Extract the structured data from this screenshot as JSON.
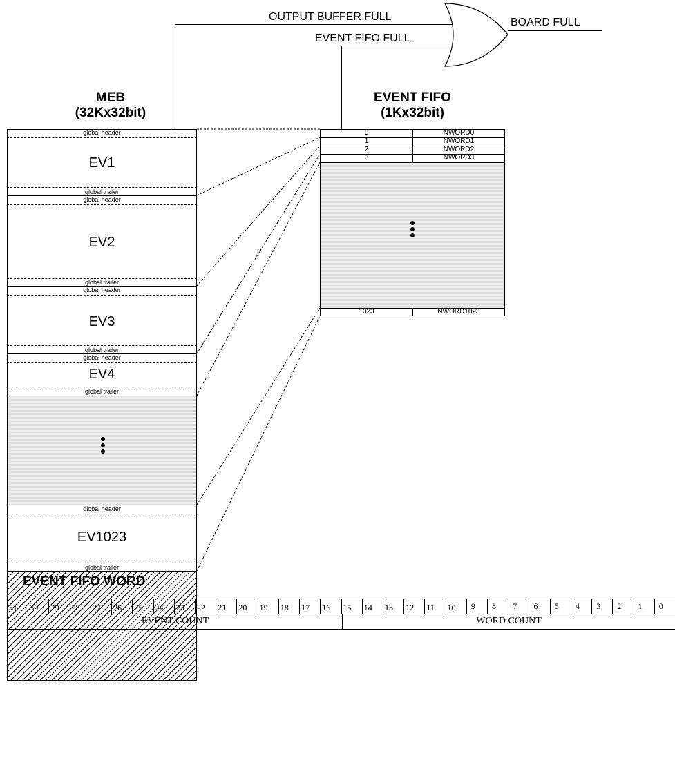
{
  "signals": {
    "output_buffer_full": "OUTPUT BUFFER FULL",
    "event_fifo_full": "EVENT FIFO FULL",
    "board_full": "BOARD FULL"
  },
  "meb": {
    "title_line1": "MEB",
    "title_line2": "(32Kx32bit)",
    "global_header": "global header",
    "global_trailer": "global trailer",
    "events": [
      "EV1",
      "EV2",
      "EV3",
      "EV4",
      "EV1023"
    ]
  },
  "fifo": {
    "title_line1": "EVENT FIFO",
    "title_line2": "(1Kx32bit)",
    "rows": [
      {
        "index": "0",
        "word": "NWORD0"
      },
      {
        "index": "1",
        "word": "NWORD1"
      },
      {
        "index": "2",
        "word": "NWORD2"
      },
      {
        "index": "3",
        "word": "NWORD3"
      }
    ],
    "last_row": {
      "index": "1023",
      "word": "NWORD1023"
    }
  },
  "word_format": {
    "title": "EVENT FIFO WORD",
    "bits": [
      "31",
      "30",
      "29",
      "28",
      "27",
      "26",
      "25",
      "24",
      "23",
      "22",
      "21",
      "20",
      "19",
      "18",
      "17",
      "16",
      "15",
      "14",
      "13",
      "12",
      "11",
      "10",
      "9",
      "8",
      "7",
      "6",
      "5",
      "4",
      "3",
      "2",
      "1",
      "0"
    ],
    "fields": [
      {
        "label": "EVENT COUNT",
        "bit_span": 16
      },
      {
        "label": "WORD COUNT",
        "bit_span": 16
      }
    ]
  }
}
